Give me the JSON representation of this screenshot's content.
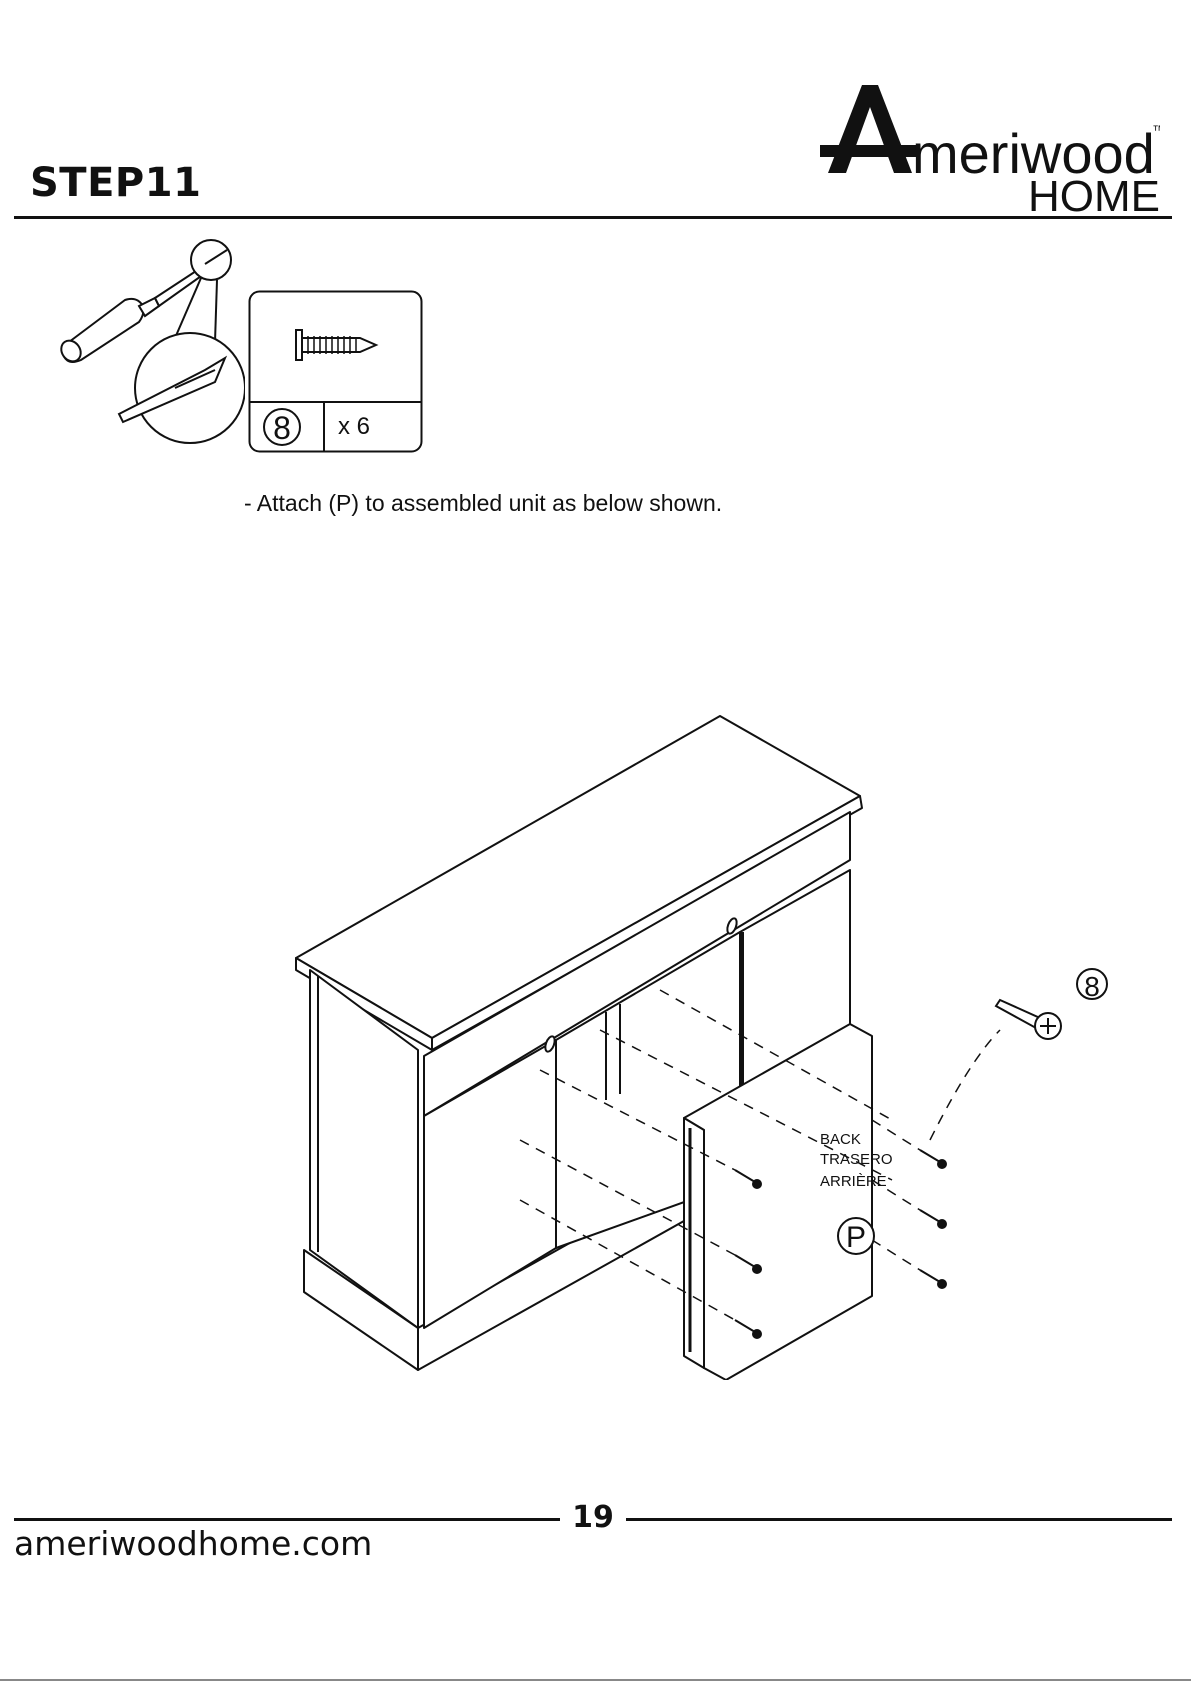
{
  "header": {
    "step_title": "STEP11",
    "brand": {
      "logo_letter": "A",
      "logo_word": "meriwood",
      "logo_sub": "HOME",
      "trademark": "™"
    }
  },
  "parts": {
    "hardware_id": "8",
    "quantity": "x 6"
  },
  "instruction": "- Attach (P) to assembled unit as below shown.",
  "diagram": {
    "panel_label_lines": [
      "BACK",
      "TRASERO",
      "ARRIÈRE"
    ],
    "panel_id": "P",
    "screw_callout": "8"
  },
  "footer": {
    "page_number": "19",
    "website": "ameriwoodhome.com"
  }
}
